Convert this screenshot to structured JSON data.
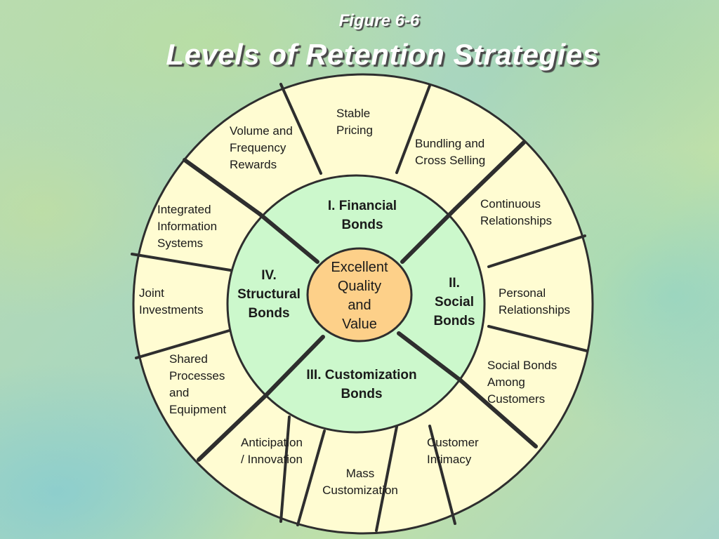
{
  "slide": {
    "figure_label": "Figure 6-6",
    "title": "Levels of Retention Strategies"
  },
  "colors": {
    "outer_ring": "#fffcd2",
    "inner_ring": "#ccf8cc",
    "core": "#fdd089",
    "stroke": "#2e2e2e"
  },
  "diagram": {
    "core": "Excellent\nQuality\nand\nValue",
    "bonds": [
      "I. Financial\nBonds",
      "II.\nSocial\nBonds",
      "III. Customization\nBonds",
      "IV.\nStructural\nBonds"
    ],
    "strategies": [
      "Stable\nPricing",
      "Bundling and\nCross Selling",
      "Continuous\nRelationships",
      "Personal\nRelationships",
      "Social Bonds\nAmong\nCustomers",
      "Customer\nIntimacy",
      "Mass\nCustomization",
      "Anticipation\n/ Innovation",
      "Shared\nProcesses\nand\nEquipment",
      "Joint\nInvestments",
      "Integrated\nInformation\nSystems",
      "Volume and\nFrequency\nRewards"
    ]
  }
}
